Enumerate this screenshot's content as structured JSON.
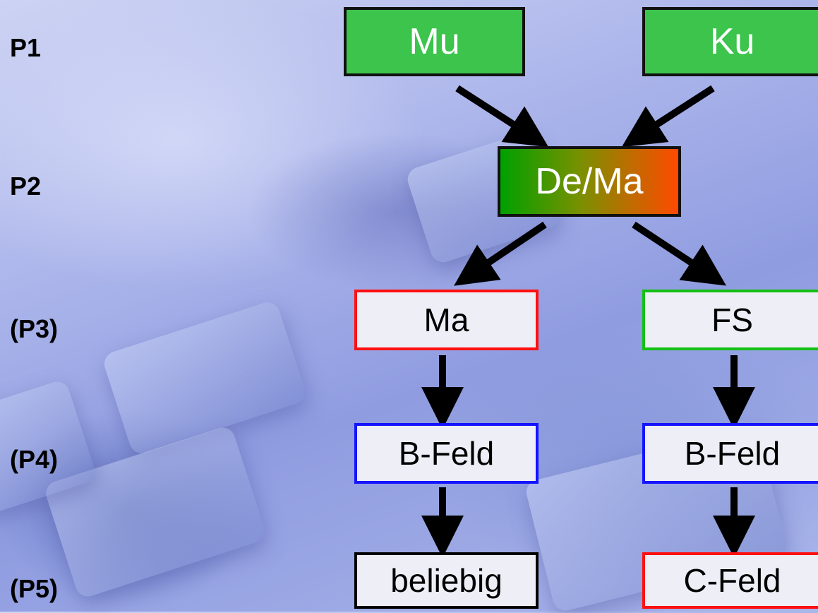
{
  "row_labels": [
    "P1",
    "P2",
    "(P3)",
    "(P4)",
    "(P5)"
  ],
  "nodes": {
    "mu": "Mu",
    "ku": "Ku",
    "de_ma": "De/Ma",
    "ma": "Ma",
    "fs": "FS",
    "b_feld_left": "B-Feld",
    "b_feld_right": "B-Feld",
    "beliebig": "beliebig",
    "c_feld": "C-Feld"
  },
  "colors": {
    "top_box_fill": "#3cc44c",
    "gradient_start": "#00a000",
    "gradient_end": "#ff4a00",
    "border_red": "#ff1010",
    "border_green": "#14c014",
    "border_blue": "#1414ff",
    "border_black": "#000000"
  }
}
